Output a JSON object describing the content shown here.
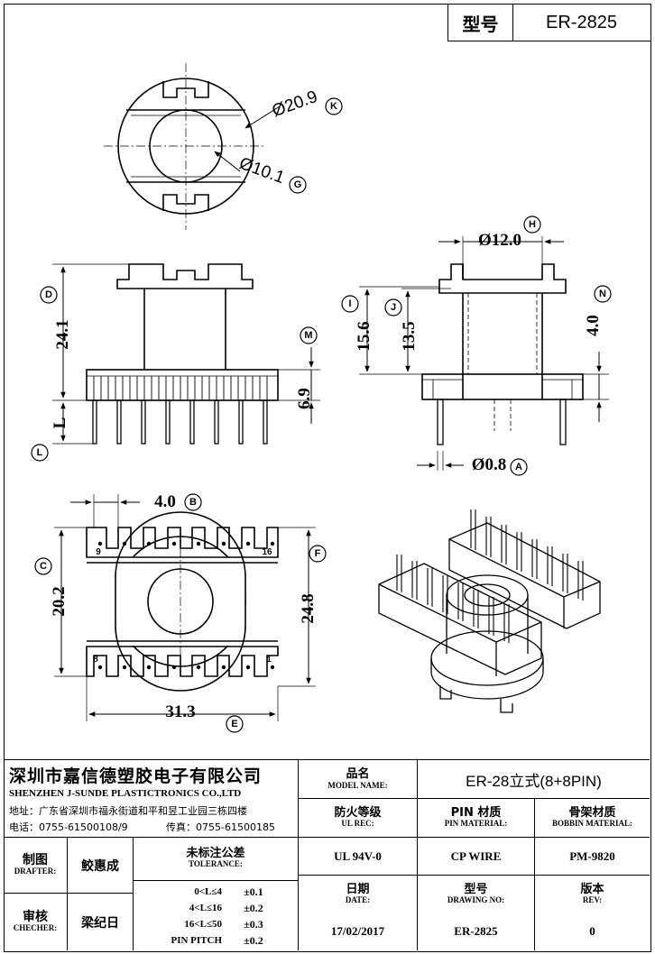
{
  "header": {
    "type_label": "型号",
    "type_value": "ER-2825"
  },
  "dimensions": {
    "k": {
      "value": "Ø20.9",
      "tag": "K"
    },
    "g": {
      "value": "Ø10.1",
      "tag": "G"
    },
    "h": {
      "value": "Ø12.0",
      "tag": "H"
    },
    "d": {
      "value": "24.1",
      "tag": "D"
    },
    "m": {
      "value": "6.9",
      "tag": "M"
    },
    "l": {
      "value": "L",
      "tag": "L"
    },
    "i": {
      "value": "15.6",
      "tag": "I"
    },
    "j": {
      "value": "13.5",
      "tag": "J"
    },
    "n": {
      "value": "4.0",
      "tag": "N"
    },
    "a": {
      "value": "Ø0.8",
      "tag": "A"
    },
    "b": {
      "value": "4.0",
      "tag": "B"
    },
    "c": {
      "value": "20.2",
      "tag": "C"
    },
    "f": {
      "value": "24.8",
      "tag": "F"
    },
    "e": {
      "value": "31.3",
      "tag": "E"
    }
  },
  "pins": {
    "p9": "9",
    "p16": "16",
    "p8": "8",
    "p1": "1"
  },
  "company": {
    "name_cn": "深圳市嘉信德塑胶电子有限公司",
    "name_en": "SHENZHEN J-SUNDE PLASTICTRONICS CO.,LTD",
    "address": "地址：广东省深圳市福永街道和平和昱工业园三栋四楼",
    "phone": "电话：0755-61500108/9",
    "fax": "传真：0755-61500185"
  },
  "titleblock": {
    "model_name_cn": "品名",
    "model_name_en": "MODEL NAME:",
    "model_name_value": "ER-28立式(8+8PIN)",
    "ul_rec_cn": "防火等级",
    "ul_rec_en": "UL REC:",
    "ul_rec_value": "UL 94V-0",
    "pin_mat_cn": "PIN 材质",
    "pin_mat_en": "PIN MATERIAL:",
    "pin_mat_value": "CP WIRE",
    "bobbin_mat_cn": "骨架材质",
    "bobbin_mat_en": "BOBBIN MATERIAL:",
    "bobbin_mat_value": "PM-9820",
    "drafter_cn": "制图",
    "drafter_en": "DRAFTER:",
    "drafter_value": "鲛惠成",
    "checker_cn": "审核",
    "checker_en": "CHECHER:",
    "checker_value": "梁纪日",
    "tolerance_cn": "未标注公差",
    "tolerance_en": "TOLERANCE:",
    "tol_rows": [
      {
        "range": "0<L≤4",
        "value": "±0.1"
      },
      {
        "range": "4<L≤16",
        "value": "±0.2"
      },
      {
        "range": "16<L≤50",
        "value": "±0.3"
      },
      {
        "range": "PIN PITCH",
        "value": "±0.2"
      }
    ],
    "date_cn": "日期",
    "date_en": "DATE:",
    "date_value": "17/02/2017",
    "drawing_no_cn": "型号",
    "drawing_no_en": "DRAWING NO:",
    "drawing_no_value": "ER-2825",
    "rev_cn": "版本",
    "rev_en": "REV:",
    "rev_value": "0"
  }
}
